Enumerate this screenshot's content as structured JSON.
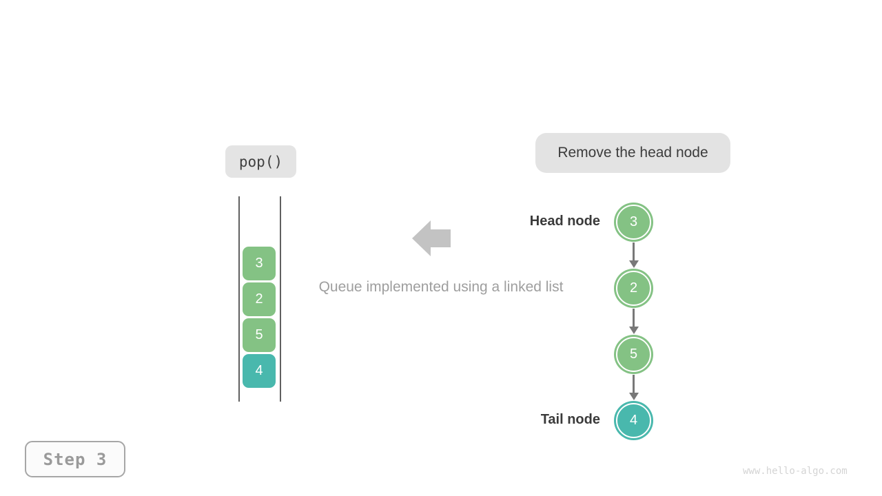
{
  "figure": {
    "operation_label": "pop()",
    "annotation_label": "Remove the head node",
    "caption": "Queue implemented using a linked list",
    "step_label": "Step 3",
    "watermark": "www.hello-algo.com"
  },
  "queue_view": {
    "items": [
      {
        "value": "3",
        "color": "#84c284"
      },
      {
        "value": "2",
        "color": "#84c284"
      },
      {
        "value": "5",
        "color": "#84c284"
      },
      {
        "value": "4",
        "color": "#49b8ad"
      }
    ]
  },
  "linked_list": {
    "head_label": "Head node",
    "tail_label": "Tail node",
    "nodes": [
      {
        "value": "3",
        "color": "#84c284"
      },
      {
        "value": "2",
        "color": "#84c284"
      },
      {
        "value": "5",
        "color": "#84c284"
      },
      {
        "value": "4",
        "color": "#49b8ad"
      }
    ]
  },
  "icons": {
    "big_arrow": "left-arrow"
  },
  "colors": {
    "node_green": "#84c284",
    "node_teal": "#49b8ad",
    "big_arrow_gray": "#c3c3c3",
    "link_arrow_gray": "#787878",
    "rail_gray": "#606060",
    "bubble_gray": "#e3e3e3",
    "text_dark": "#3c3c3c",
    "text_muted": "#9e9e9e"
  }
}
